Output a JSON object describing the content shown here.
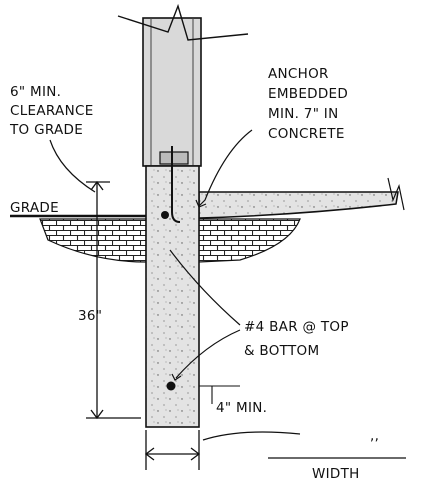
{
  "labels": {
    "clearance": [
      "6\" MIN.",
      "CLEARANCE",
      "TO GRADE"
    ],
    "anchor": [
      "ANCHOR",
      "EMBEDDED",
      "MIN. 7\" IN",
      "CONCRETE"
    ],
    "grade": "GRADE",
    "depth": "36\"",
    "bar": [
      "#4 BAR @ TOP",
      "& BOTTOM"
    ],
    "cover": "4\" MIN.",
    "width_mark": ",,",
    "width": "WIDTH"
  },
  "colors": {
    "ink": "#111111",
    "concrete": "#e6e6e6",
    "wood": "#d9d9d9"
  }
}
